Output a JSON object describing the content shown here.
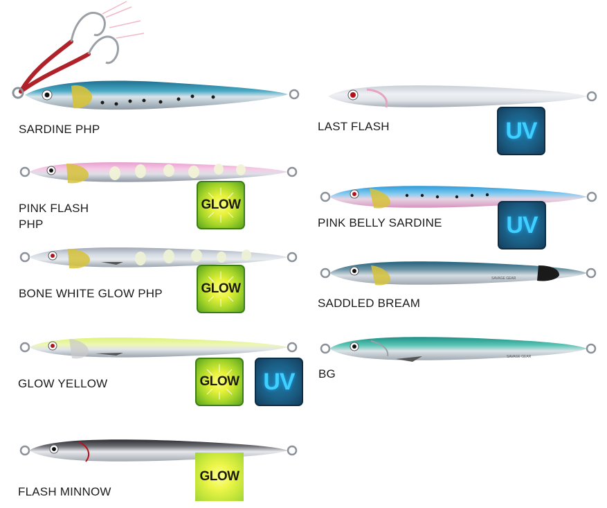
{
  "lures": [
    {
      "name": "SARDINE PHP",
      "badges": []
    },
    {
      "name": "PINK FLASH PHP",
      "name_lines": [
        "PINK FLASH",
        "PHP"
      ],
      "badges": [
        "GLOW"
      ]
    },
    {
      "name": "BONE WHITE GLOW PHP",
      "badges": [
        "GLOW"
      ]
    },
    {
      "name": "GLOW YELLOW",
      "badges": [
        "GLOW",
        "UV"
      ]
    },
    {
      "name": "FLASH MINNOW",
      "badges": [
        "GLOW"
      ]
    },
    {
      "name": "LAST FLASH",
      "badges": [
        "UV"
      ]
    },
    {
      "name": "PINK BELLY SARDINE",
      "badges": [
        "UV"
      ]
    },
    {
      "name": "SADDLED BREAM",
      "badges": []
    },
    {
      "name": "BG",
      "badges": []
    }
  ],
  "badge_labels": {
    "glow": "GLOW",
    "uv": "UV"
  },
  "brand_mark": "SAVAGE GEAR",
  "colors": {
    "glow_green": "#7cc424",
    "glow_yellow": "#eef64a",
    "uv_blue": "#1b5f86",
    "uv_text": "#3fd0ff",
    "sardine_back": "#2f8aa6",
    "pink_back": "#f3a9d4",
    "yellow_back": "#e8f57a",
    "blue_back": "#3aa7df",
    "green_back": "#2cb4a0"
  }
}
